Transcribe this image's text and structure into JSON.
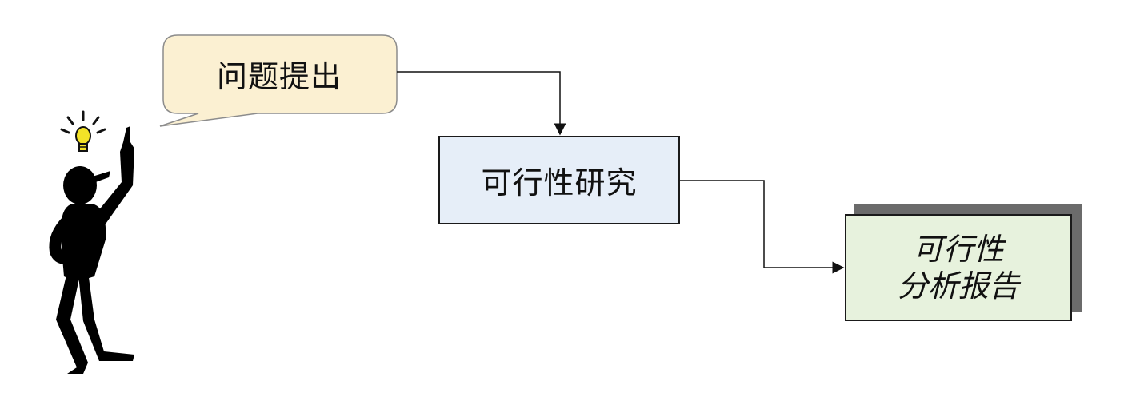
{
  "callout": {
    "text": "问题提出",
    "fill": "#fbf0d2",
    "border": "#8c8c8c"
  },
  "study_box": {
    "text": "可行性研究",
    "fill": "#e6eef8"
  },
  "report_box": {
    "line1": "可行性",
    "line2": "分析报告",
    "fill": "#e7f2dd",
    "shadow": "#6b6b6b"
  },
  "figure": {
    "icon": "thinking-person-with-lightbulb",
    "bulb_color": "#f3e227"
  },
  "connectors": [
    {
      "from": "callout",
      "to": "study_box"
    },
    {
      "from": "study_box",
      "to": "report_box"
    }
  ]
}
